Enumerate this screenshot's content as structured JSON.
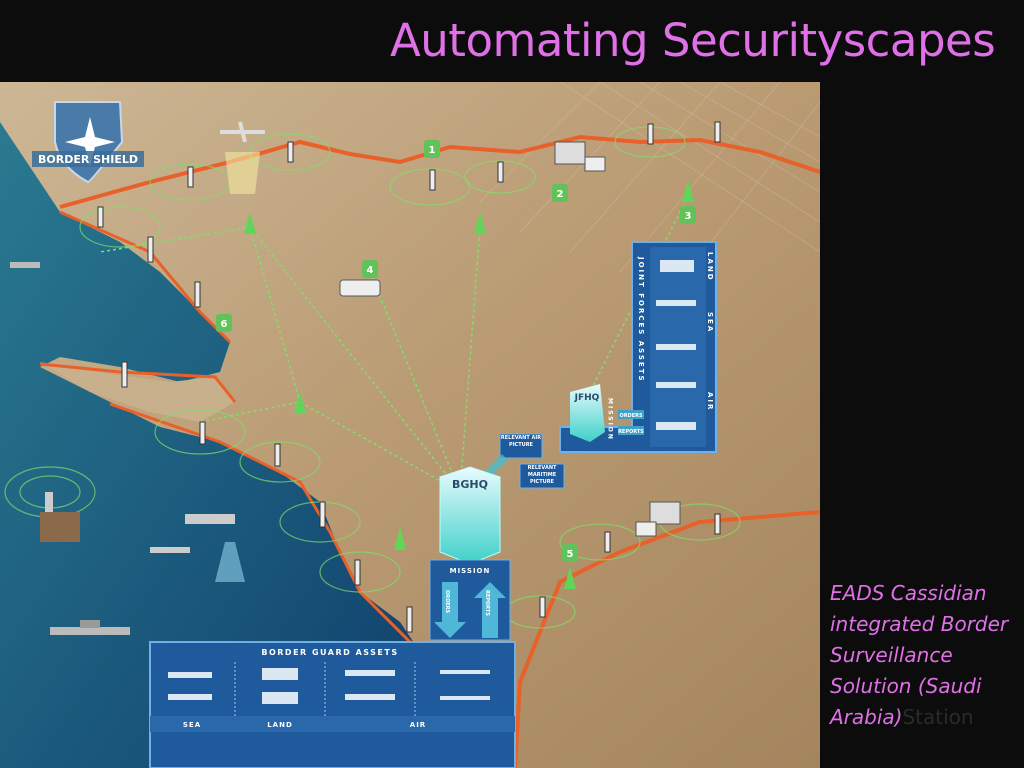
{
  "slide": {
    "title": "Automating Securityscapes",
    "caption": "EADS Cassidian integrated Border Surveillance Solution (Saudi Arabia)",
    "caption_overlap_text": "Station"
  },
  "map": {
    "logo_text": "BORDER SHIELD",
    "markers": [
      "1",
      "2",
      "3",
      "4",
      "5",
      "6"
    ],
    "joint_forces": {
      "heading": "JOINT FORCES ASSETS",
      "land": "LAND",
      "sea": "SEA",
      "air": "AIR"
    },
    "jfhq": {
      "label": "JFHQ",
      "mission": "MISSION",
      "orders": "ORDERS",
      "reports": "REPORTS"
    },
    "relevant_air": "RELEVANT AIR PICTURE",
    "relevant_maritime": "RELEVANT MARITIME PICTURE",
    "bghq": {
      "label": "BGHQ",
      "mission": "MISSION",
      "orders": "ORDERS",
      "reports": "REPORTS"
    },
    "border_guard": {
      "heading": "BORDER GUARD ASSETS",
      "sea": "SEA",
      "land": "LAND",
      "air": "AIR"
    },
    "colors": {
      "land": "#b89a72",
      "sea": "#1d5d86",
      "border": "#e8602a",
      "panel": "#1f5a9c",
      "sensor": "#6fdc5a"
    }
  }
}
